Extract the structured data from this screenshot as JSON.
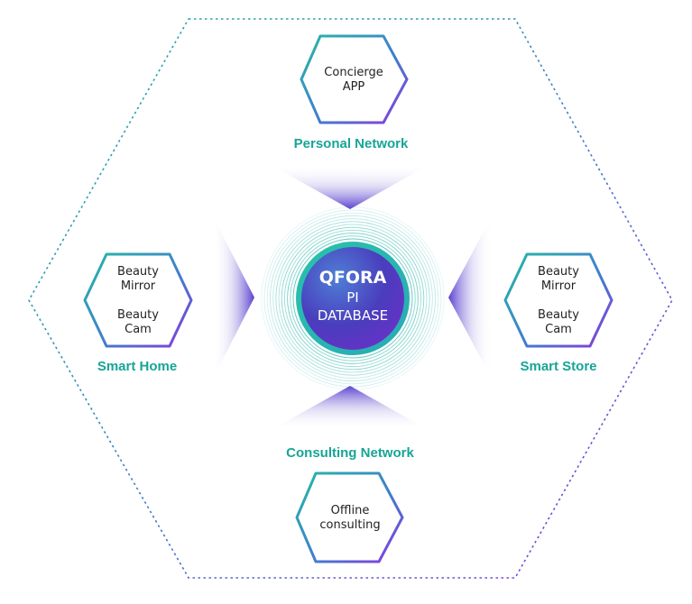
{
  "center": {
    "line1": "QFORA",
    "line2": "PI",
    "line3": "DATABASE"
  },
  "personal": {
    "node_line1": "Concierge",
    "node_line2": "APP",
    "label": "Personal Network"
  },
  "consulting": {
    "node_line1": "Offline",
    "node_line2": "consulting",
    "label": "Consulting Network"
  },
  "smart_home": {
    "top_line1": "Beauty",
    "top_line2": "Mirror",
    "bottom_line1": "Beauty",
    "bottom_line2": "Cam",
    "label": "Smart Home"
  },
  "smart_store": {
    "top_line1": "Beauty",
    "top_line2": "Mirror",
    "bottom_line1": "Beauty",
    "bottom_line2": "Cam",
    "label": "Smart Store"
  },
  "colors": {
    "teal": "#1aa89a",
    "purple": "#6a3bd9",
    "label_teal": "#17a596"
  }
}
